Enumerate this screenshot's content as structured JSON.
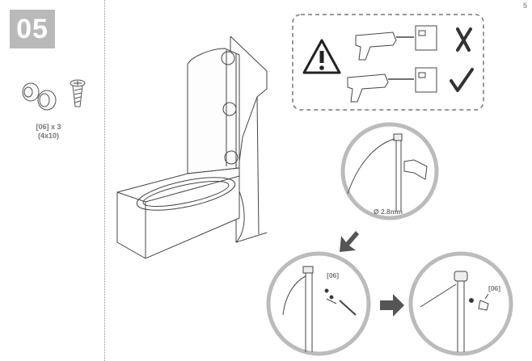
{
  "step": {
    "number": "05"
  },
  "page": {
    "number": "5"
  },
  "parts": {
    "qty_line": "[06] x 3",
    "size_line": "(4x10)"
  },
  "drill": {
    "diameter": "Ø 2.8mm"
  },
  "callouts": {
    "part_a": "[06]",
    "part_b": "[06]"
  },
  "icons": {
    "warning": "warning-triangle-icon",
    "wrong": "cross-mark-icon",
    "right": "check-mark-icon"
  }
}
